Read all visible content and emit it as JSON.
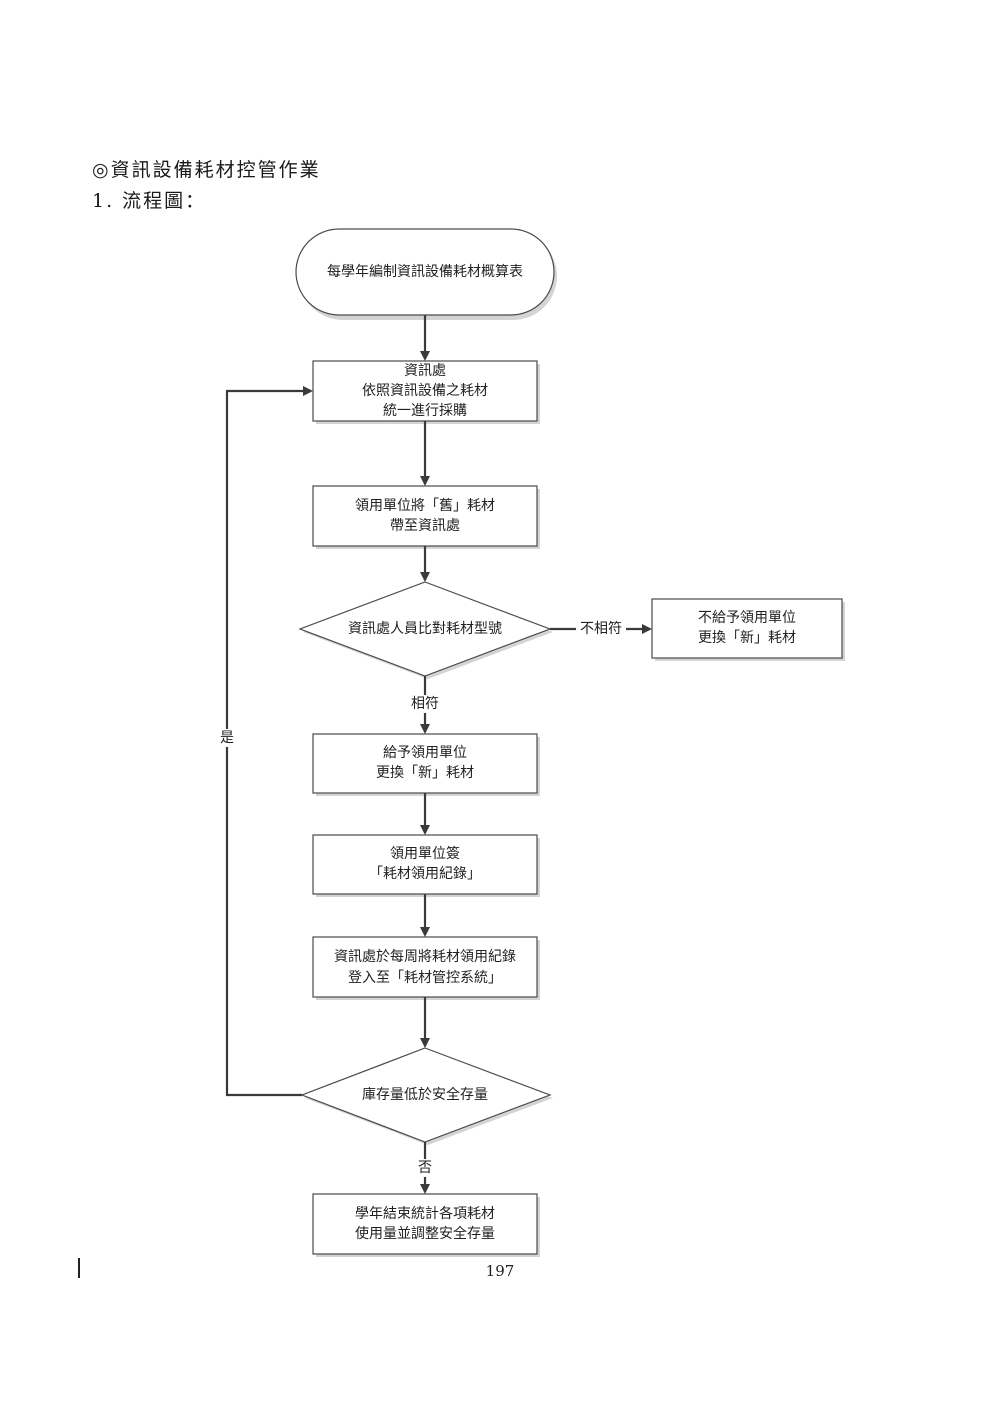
{
  "header": {
    "title": "◎資訊設備耗材控管作業",
    "subtitle": "1. 流程圖："
  },
  "flowchart": {
    "nodes": {
      "start": {
        "lines": [
          "每學年編制資訊設備耗材概算表"
        ]
      },
      "purchase": {
        "lines": [
          "資訊處",
          "依照資訊設備之耗材",
          "統一進行採購"
        ]
      },
      "bring_old": {
        "lines": [
          "領用單位將「舊」耗材",
          "帶至資訊處"
        ]
      },
      "compare": {
        "lines": [
          "資訊處人員比對耗材型號"
        ]
      },
      "no_exchange": {
        "lines": [
          "不給予領用單位",
          "更換「新」耗材"
        ]
      },
      "exchange": {
        "lines": [
          "給予領用單位",
          "更換「新」耗材"
        ]
      },
      "sign": {
        "lines": [
          "領用單位簽",
          "「耗材領用紀錄」"
        ]
      },
      "weekly": {
        "lines": [
          "資訊處於每周將耗材領用紀錄",
          "登入至「耗材管控系統」"
        ]
      },
      "stock_check": {
        "lines": [
          "庫存量低於安全存量"
        ]
      },
      "year_end": {
        "lines": [
          "學年結束統計各項耗材",
          "使用量並調整安全存量"
        ]
      }
    },
    "edge_labels": {
      "mismatch": "不相符",
      "match": "相符",
      "yes": "是",
      "no": "否"
    }
  },
  "footer": {
    "page_number": "197"
  }
}
